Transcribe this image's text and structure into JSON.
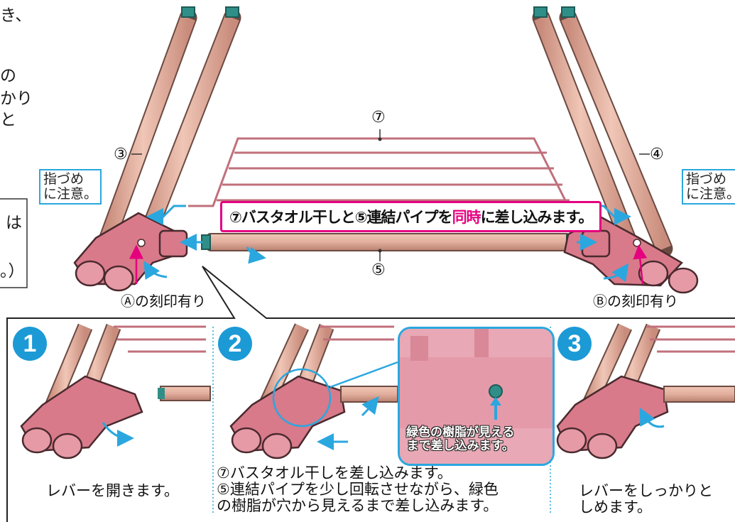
{
  "left_cut_text": [
    "き、",
    "",
    "の",
    "かり",
    "と"
  ],
  "left_box_text": [
    "は",
    "",
    "。）"
  ],
  "warning_left": "指づめ\nに注意。",
  "warning_right": "指づめ\nに注意。",
  "callout": {
    "before": "⑦バスタオル干しと⑤連結パイプを",
    "highlight": "同時",
    "after": "に差し込みます。"
  },
  "part_labels": {
    "p7": "⑦",
    "p5": "⑤",
    "p3": "③",
    "p4": "④"
  },
  "stamp_left": "Ⓐの刻印有り",
  "stamp_right": "Ⓑの刻印有り",
  "steps": [
    {
      "number": "1",
      "desc": "レバーを開きます。"
    },
    {
      "number": "2",
      "desc": "⑦バスタオル干しを差し込みます。\n⑤連結パイプを少し回転させながら、緑色\nの樹脂が穴から見えるまで差し込みます。"
    },
    {
      "number": "3",
      "desc": "レバーをしっかりと\nしめます。"
    }
  ],
  "zoom_note": "緑色の樹脂が見える\nまで差し込みます。",
  "colors": {
    "pipe": "#e0b0a0",
    "joint": "#d87a8a",
    "accent_blue": "#2aa7df",
    "accent_magenta": "#e4007f",
    "cap_green": "#2f8f88"
  }
}
